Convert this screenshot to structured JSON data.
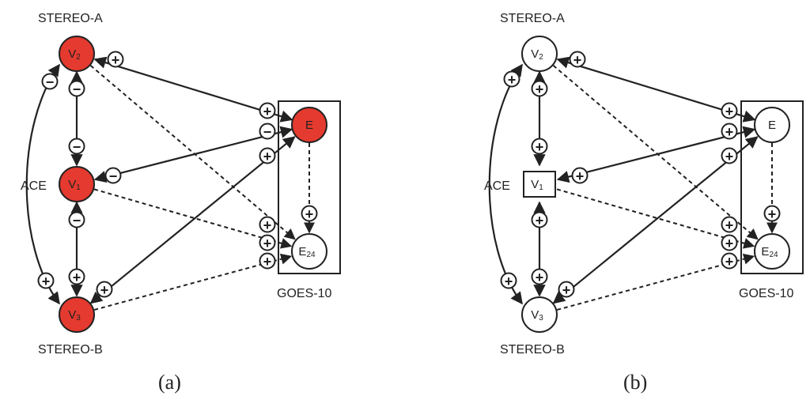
{
  "panels": [
    {
      "id": "a",
      "caption": "(a)",
      "labels": {
        "stereo_a": "STEREO-A",
        "stereo_b": "STEREO-B",
        "ace": "ACE",
        "goes": "GOES-10"
      },
      "nodes": [
        {
          "id": "V2",
          "label": "V",
          "sub": "2",
          "shape": "circle",
          "fill": "#e53a2f"
        },
        {
          "id": "V1",
          "label": "V",
          "sub": "1",
          "shape": "circle",
          "fill": "#e53a2f"
        },
        {
          "id": "V3",
          "label": "V",
          "sub": "3",
          "shape": "circle",
          "fill": "#e53a2f"
        },
        {
          "id": "E",
          "label": "E",
          "sub": "",
          "shape": "circle",
          "fill": "#e53a2f"
        },
        {
          "id": "E24",
          "label": "E",
          "sub": "24",
          "shape": "circle",
          "fill": "#ffffff"
        }
      ],
      "edges": [
        {
          "from": "V2",
          "to": "V1",
          "style": "solid",
          "signs": [
            "−",
            "−"
          ]
        },
        {
          "from": "V1",
          "to": "V3",
          "style": "solid",
          "signs": [
            "−",
            "+"
          ]
        },
        {
          "from": "V2",
          "to": "V3",
          "style": "curve",
          "signs": [
            "−",
            "+"
          ]
        },
        {
          "from": "E",
          "to": "V2",
          "style": "solid",
          "signs": [
            "+",
            "+"
          ]
        },
        {
          "from": "E",
          "to": "V1",
          "style": "solid",
          "signs": [
            "−",
            "−"
          ]
        },
        {
          "from": "V3",
          "to": "E",
          "style": "solid",
          "signs": [
            "+",
            "+"
          ]
        },
        {
          "from": "E",
          "to": "E24",
          "style": "dashed",
          "signs": [
            "+"
          ]
        },
        {
          "from": "V2",
          "to": "E24",
          "style": "dashed",
          "signs": [
            "+"
          ]
        },
        {
          "from": "V1",
          "to": "E24",
          "style": "dashed",
          "signs": [
            "+"
          ]
        },
        {
          "from": "V3",
          "to": "E24",
          "style": "dashed",
          "signs": [
            "+"
          ]
        }
      ]
    },
    {
      "id": "b",
      "caption": "(b)",
      "labels": {
        "stereo_a": "STEREO-A",
        "stereo_b": "STEREO-B",
        "ace": "ACE",
        "goes": "GOES-10"
      },
      "nodes": [
        {
          "id": "V2",
          "label": "V",
          "sub": "2",
          "shape": "circle",
          "fill": "#ffffff"
        },
        {
          "id": "V1",
          "label": "V",
          "sub": "1",
          "shape": "square",
          "fill": "#ffffff"
        },
        {
          "id": "V3",
          "label": "V",
          "sub": "3",
          "shape": "circle",
          "fill": "#ffffff"
        },
        {
          "id": "E",
          "label": "E",
          "sub": "",
          "shape": "circle",
          "fill": "#ffffff"
        },
        {
          "id": "E24",
          "label": "E",
          "sub": "24",
          "shape": "circle",
          "fill": "#ffffff"
        }
      ],
      "edges": [
        {
          "from": "V2",
          "to": "V1",
          "style": "solid",
          "signs": [
            "+",
            "+"
          ]
        },
        {
          "from": "V1",
          "to": "V3",
          "style": "solid",
          "signs": [
            "+",
            "+"
          ]
        },
        {
          "from": "V2",
          "to": "V3",
          "style": "curve",
          "signs": [
            "+",
            "+"
          ]
        },
        {
          "from": "E",
          "to": "V2",
          "style": "solid",
          "signs": [
            "+",
            "+"
          ]
        },
        {
          "from": "E",
          "to": "V1",
          "style": "solid",
          "signs": [
            "+",
            "+"
          ]
        },
        {
          "from": "V3",
          "to": "E",
          "style": "solid",
          "signs": [
            "+",
            "+"
          ]
        },
        {
          "from": "E",
          "to": "E24",
          "style": "dashed",
          "signs": [
            "+"
          ]
        },
        {
          "from": "V2",
          "to": "E24",
          "style": "dashed",
          "signs": [
            "+"
          ]
        },
        {
          "from": "V1",
          "to": "E24",
          "style": "dashed",
          "signs": [
            "+"
          ]
        },
        {
          "from": "V3",
          "to": "E24",
          "style": "dashed",
          "signs": [
            "+"
          ]
        }
      ]
    }
  ]
}
